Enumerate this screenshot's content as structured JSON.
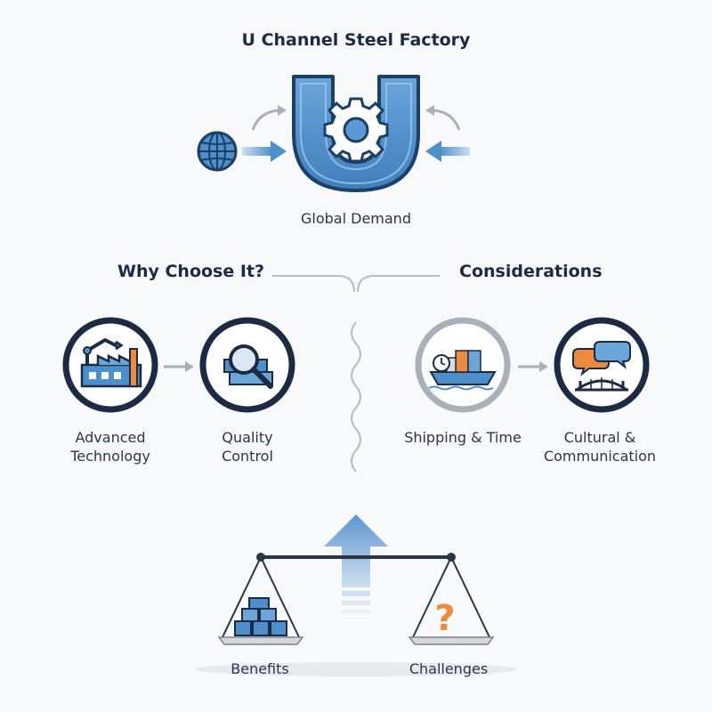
{
  "header": {
    "title": "U Channel Steel Factory",
    "subtitle": "Global Demand"
  },
  "sections": {
    "left_heading": "Why Choose It?",
    "right_heading": "Considerations"
  },
  "items": [
    {
      "label_line1": "Advanced",
      "label_line2": "Technology",
      "icon": "factory-robot-arm-icon"
    },
    {
      "label_line1": "Quality",
      "label_line2": "Control",
      "icon": "magnifier-steel-icon"
    },
    {
      "label_line1": "Shipping & Time",
      "label_line2": "",
      "icon": "cargo-ship-clock-icon"
    },
    {
      "label_line1": "Cultural &",
      "label_line2": "Communication",
      "icon": "speech-bubbles-bridge-icon"
    }
  ],
  "balance": {
    "left_label": "Benefits",
    "right_label": "Challenges",
    "left_icon": "steel-beams-icon",
    "right_icon": "question-mark-icon"
  },
  "colors": {
    "navy": "#1c2b45",
    "steel_blue": "#4d8fcb",
    "light_blue": "#8ab8e0",
    "orange": "#ee8a3c",
    "gray": "#a8b0ba"
  }
}
